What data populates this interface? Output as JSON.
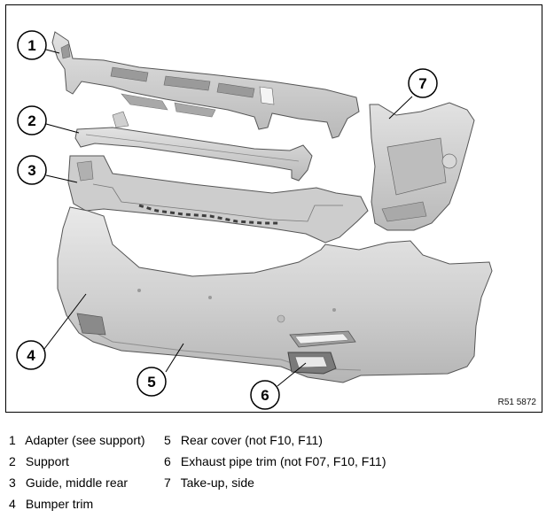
{
  "figure": {
    "reference_code": "R51 5872",
    "callouts": [
      "1",
      "2",
      "3",
      "4",
      "5",
      "6",
      "7"
    ]
  },
  "legend": {
    "col1": [
      {
        "num": "1",
        "text": "Adapter (see support)"
      },
      {
        "num": "2",
        "text": "Support"
      },
      {
        "num": "3",
        "text": "Guide, middle rear"
      },
      {
        "num": "4",
        "text": "Bumper trim"
      }
    ],
    "col2": [
      {
        "num": "5",
        "text": "Rear cover (not F10, F11)"
      },
      {
        "num": "6",
        "text": "Exhaust pipe trim (not F07, F10, F11)"
      },
      {
        "num": "7",
        "text": "Take-up, side"
      }
    ]
  }
}
